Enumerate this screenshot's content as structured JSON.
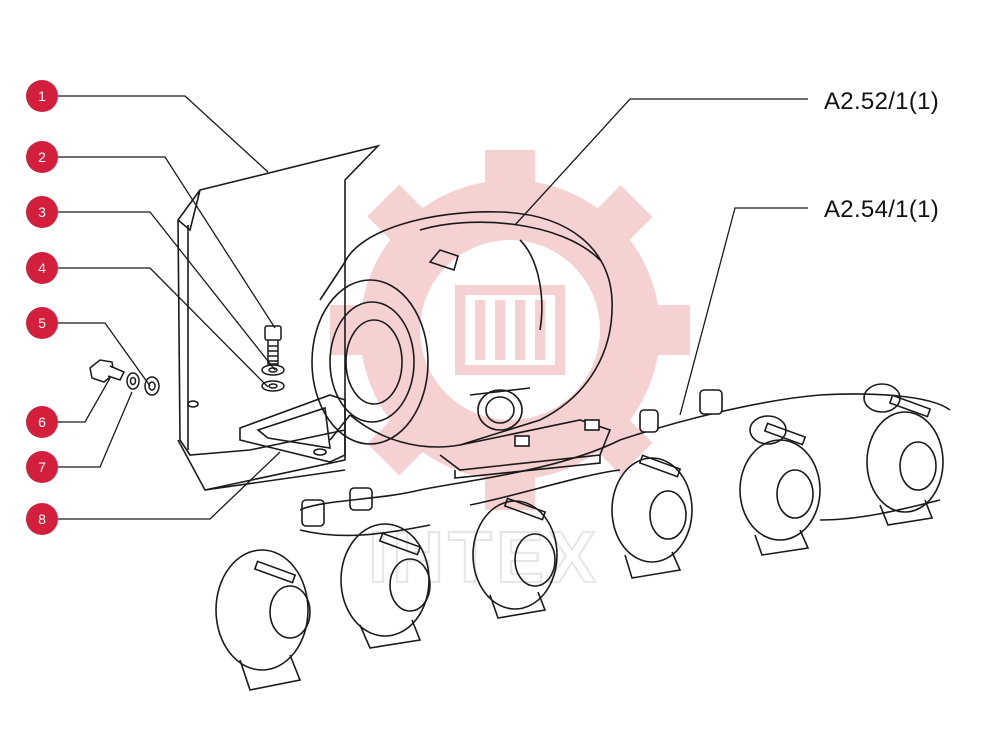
{
  "callouts": [
    {
      "number": "1"
    },
    {
      "number": "2"
    },
    {
      "number": "3"
    },
    {
      "number": "4"
    },
    {
      "number": "5"
    },
    {
      "number": "6"
    },
    {
      "number": "7"
    },
    {
      "number": "8"
    }
  ],
  "references": [
    {
      "label": "A2.52/1(1)"
    },
    {
      "label": "A2.54/1(1)"
    }
  ],
  "watermark": {
    "text": "IHTEX"
  },
  "colors": {
    "callout_fill": "#d41f3c",
    "callout_text": "#ffffff",
    "line": "#1a1a1a",
    "watermark": "#f4c7c7"
  }
}
